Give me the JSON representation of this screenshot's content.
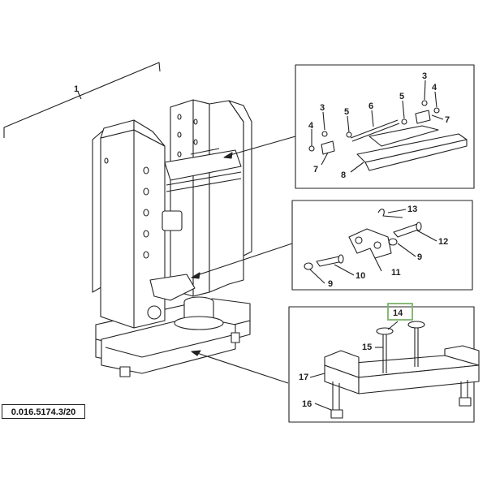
{
  "drawing": {
    "reference_number": "0.016.5174.3/20",
    "assembly_callout": "1",
    "highlight_color": "#7ab36a",
    "line_color": "#222222"
  },
  "detail_top": {
    "labels": [
      "3",
      "4",
      "5",
      "6",
      "5",
      "3",
      "4",
      "7",
      "7",
      "8"
    ]
  },
  "detail_middle": {
    "labels": [
      "13",
      "12",
      "9",
      "10",
      "11",
      "9"
    ]
  },
  "detail_bottom": {
    "labels": [
      "14",
      "15",
      "17",
      "16"
    ],
    "highlighted_label": "14"
  }
}
